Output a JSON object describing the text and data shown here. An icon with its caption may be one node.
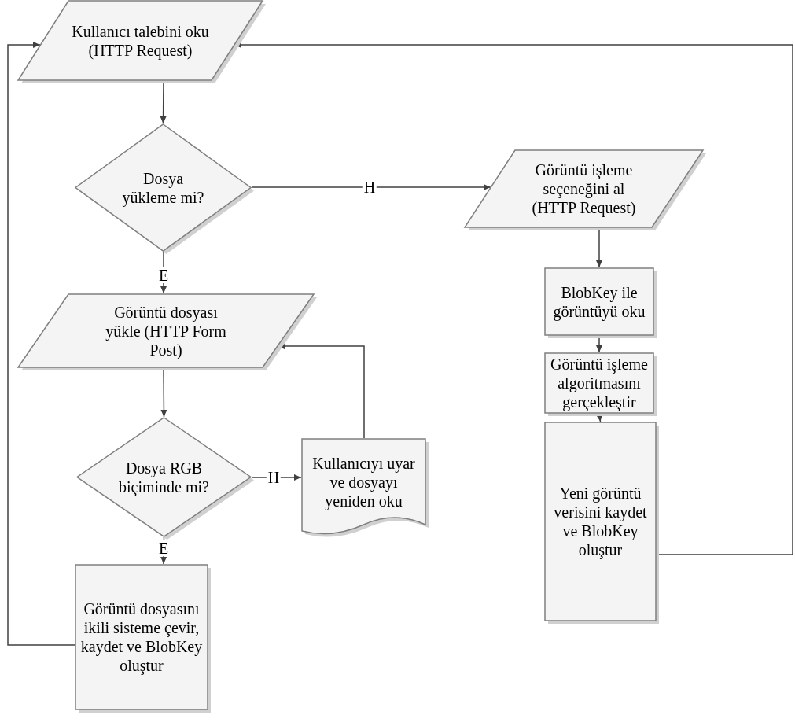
{
  "diagram": {
    "nodes": [
      {
        "text": [
          "Kullanıcı talebini oku (HTTP Request)"
        ]
      },
      {
        "text": [
          "Dosya yükleme mi?"
        ]
      },
      {
        "text": [
          "Görüntü işleme seçeneğini al (HTTP Request)"
        ]
      },
      {
        "text": [
          "BlobKey ile görüntüyü oku"
        ]
      },
      {
        "text": [
          "Görüntü işleme algoritmasını gerçekleştir"
        ]
      },
      {
        "text": [
          "Yeni görüntü verisini kaydet ve BlobKey oluştur"
        ]
      },
      {
        "text": [
          "Görüntü dosyası yükle (HTTP Form Post)"
        ]
      },
      {
        "text": [
          "Dosya RGB biçiminde mi?"
        ]
      },
      {
        "text": [
          "Kullanıcıyı uyar ve dosyayı yeniden oku"
        ]
      },
      {
        "text": [
          "Görüntü dosyasını ikili sisteme çevir, kaydet ve BlobKey oluştur"
        ]
      }
    ],
    "edges": [
      {
        "from": 0,
        "to": 1,
        "arrow": "to"
      },
      {
        "from": 1,
        "to": 2,
        "arrow": "to",
        "label": "H"
      },
      {
        "from": 1,
        "to": 6,
        "arrow": "to",
        "label": "E"
      },
      {
        "from": 2,
        "to": 3,
        "arrow": "to"
      },
      {
        "from": 3,
        "to": 4,
        "arrow": "to"
      },
      {
        "from": 4,
        "to": 5,
        "arrow": "to"
      },
      {
        "from": 5,
        "to": 0,
        "arrow": "to"
      },
      {
        "from": 6,
        "to": 7,
        "arrow": "to"
      },
      {
        "from": 7,
        "to": 8,
        "arrow": "to",
        "label": "H"
      },
      {
        "from": 8,
        "to": 6,
        "arrow": "to"
      },
      {
        "from": 7,
        "to": 9,
        "arrow": "to",
        "label": "E"
      },
      {
        "from": 9,
        "to": 0,
        "arrow": "to"
      }
    ]
  }
}
